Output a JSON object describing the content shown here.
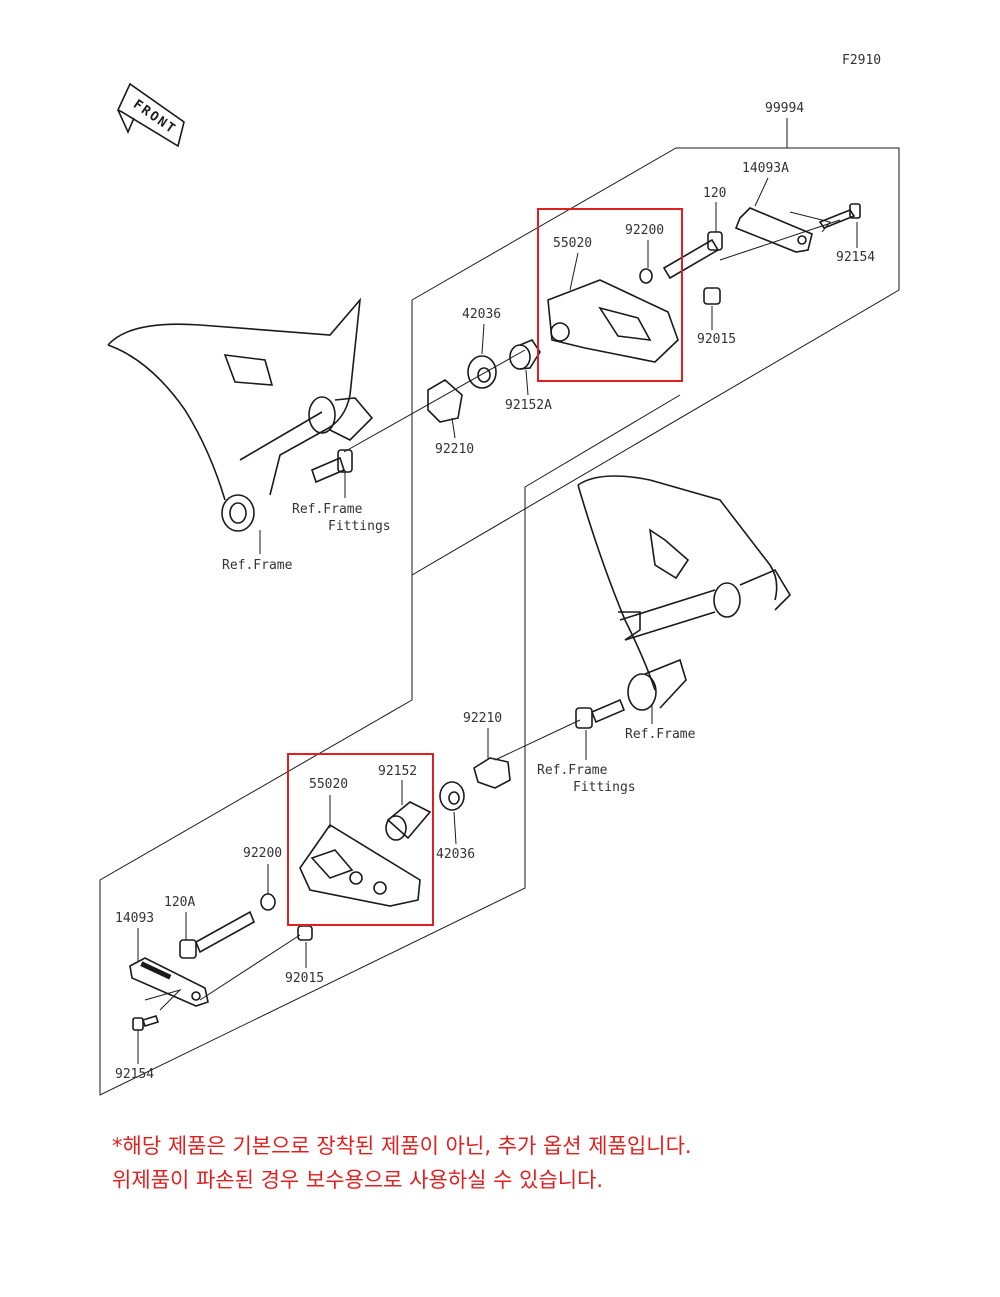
{
  "diagram_code": "F2910",
  "front_label": "FRONT",
  "upper_group": {
    "assembly": "99994",
    "bracket": "14093A",
    "screw": "92154",
    "bolt": "120",
    "washer": "92200",
    "slider": "55020",
    "bushing": "92015",
    "spacer": "42036",
    "collar": "92152A",
    "cap": "92210",
    "ref_fittings_line1": "Ref.Frame",
    "ref_fittings_line2": "Fittings",
    "ref_frame": "Ref.Frame"
  },
  "lower_group": {
    "cap": "92210",
    "ref_frame": "Ref.Frame",
    "ref_fittings_line1": "Ref.Frame",
    "ref_fittings_line2": "Fittings",
    "collar": "92152",
    "slider": "55020",
    "spacer": "42036",
    "washer": "92200",
    "bolt": "120A",
    "bracket": "14093",
    "bushing": "92015",
    "screw": "92154"
  },
  "notice": {
    "line1": "*해당 제품은 기본으로 장착된 제품이 아닌, 추가 옵션 제품입니다.",
    "line2": "위제품이 파손된 경우 보수용으로 사용하실 수 있습니다."
  },
  "colors": {
    "highlight": "#e02020",
    "line": "#1a1a1a",
    "label": "#333333"
  }
}
